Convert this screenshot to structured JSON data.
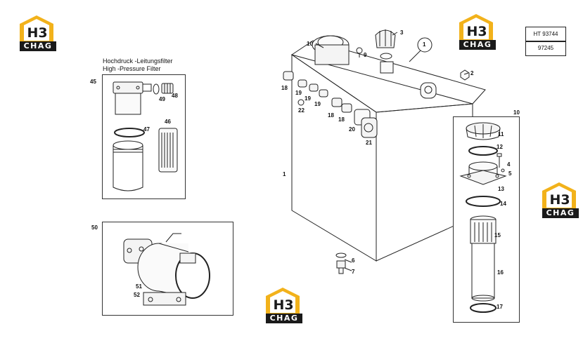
{
  "ref_codes": [
    "HT 93744",
    "97245"
  ],
  "logo": {
    "mark": "H3",
    "brand": "CHAG"
  },
  "filter_panel": {
    "title_de": "Hochdruck -Leitungsfilter",
    "title_en": "High -Pressure Filter",
    "index": "45"
  },
  "pump_panel": {
    "index": "50"
  },
  "tank_filter_panel": {
    "index": "10"
  },
  "callouts": {
    "c1": "1",
    "c1b": "1",
    "c2": "2",
    "c3": "3",
    "c4": "4",
    "c5": "5",
    "c6": "6",
    "c7": "7",
    "c9": "9",
    "c10": "10",
    "c11": "11",
    "c12": "12",
    "c13": "13",
    "c14": "14",
    "c15": "15",
    "c16": "16",
    "c17": "17",
    "c18a": "18",
    "c18b": "18",
    "c18c": "18",
    "c19a": "19",
    "c19b": "19",
    "c19c": "19",
    "c20": "20",
    "c21": "21",
    "c22": "22",
    "c46": "46",
    "c47": "47",
    "c48": "48",
    "c49": "49",
    "c51": "51",
    "c52": "52"
  }
}
